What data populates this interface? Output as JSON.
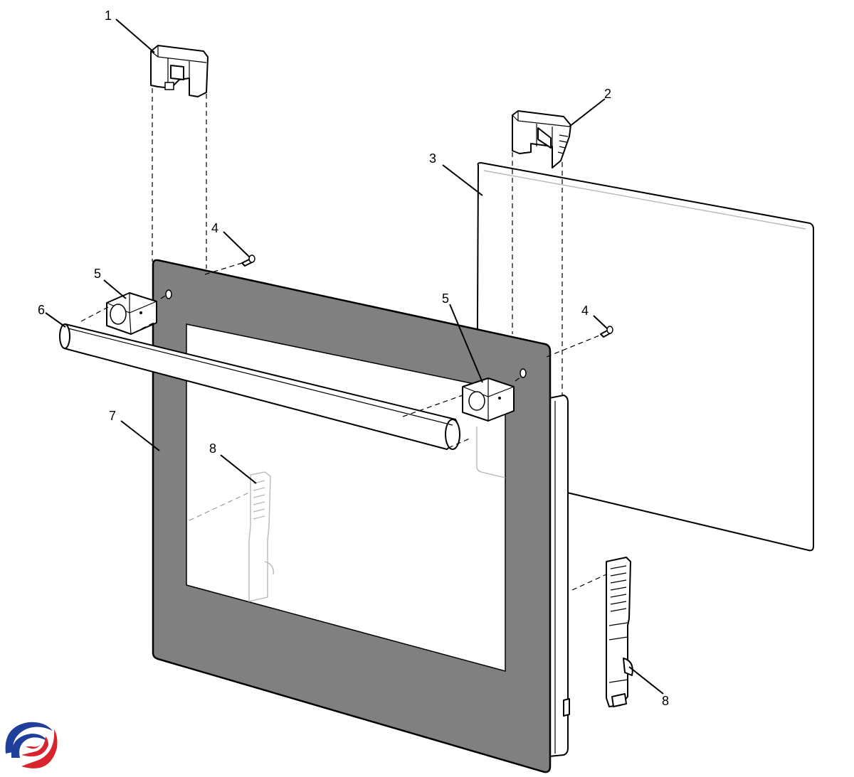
{
  "callouts": [
    {
      "id": "1",
      "label": "1"
    },
    {
      "id": "2",
      "label": "2"
    },
    {
      "id": "3",
      "label": "3"
    },
    {
      "id": "4a",
      "label": "4"
    },
    {
      "id": "4b",
      "label": "4"
    },
    {
      "id": "5a",
      "label": "5"
    },
    {
      "id": "5b",
      "label": "5"
    },
    {
      "id": "6",
      "label": "6"
    },
    {
      "id": "7",
      "label": "7"
    },
    {
      "id": "8a",
      "label": "8"
    },
    {
      "id": "8b",
      "label": "8"
    }
  ],
  "colors": {
    "door_panel": "#808080",
    "outline": "#000000",
    "background": "#ffffff",
    "logo_blue": "#1f3f9a",
    "logo_red": "#d8242c"
  },
  "icons": {
    "logo": "brand-swirl-logo"
  }
}
